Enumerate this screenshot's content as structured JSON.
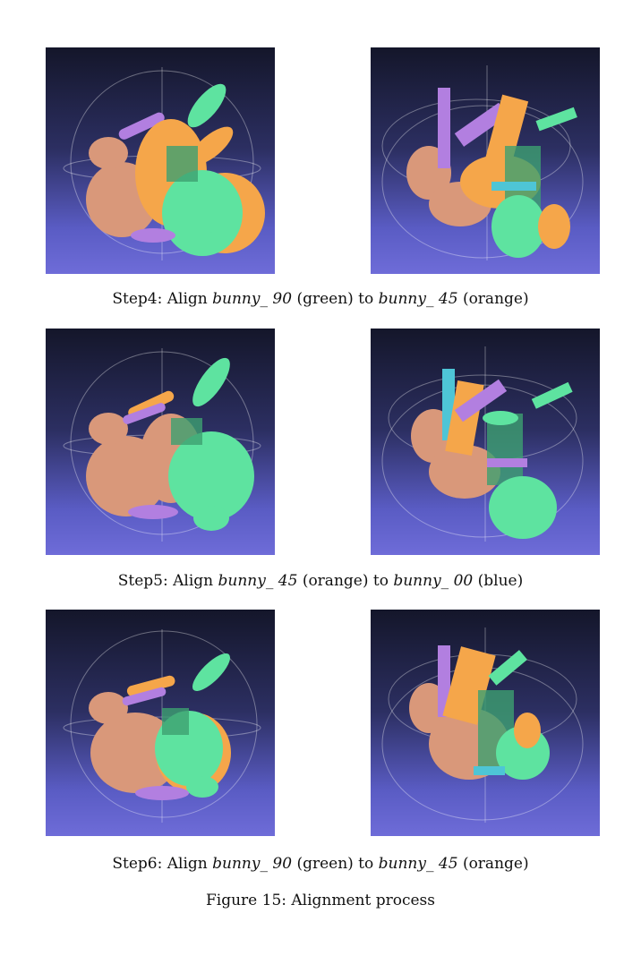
{
  "rows": [
    {
      "caption": {
        "prefix": "Step4: Align ",
        "src": "bunny_ 90",
        "src_color": "(green)",
        "mid": " to ",
        "dst": "bunny_ 45",
        "dst_color": "(orange)"
      },
      "left": {
        "moving": "green",
        "target": "orange"
      },
      "right": {
        "moving": "green",
        "target": "orange"
      }
    },
    {
      "caption": {
        "prefix": "Step5: Align ",
        "src": "bunny_ 45",
        "src_color": "(orange)",
        "mid": " to ",
        "dst": "bunny_ 00",
        "dst_color": "(blue)"
      },
      "left": {
        "moving": "orange",
        "target": "blue"
      },
      "right": {
        "moving": "orange",
        "target": "blue"
      }
    },
    {
      "caption": {
        "prefix": "Step6: Align ",
        "src": "bunny_ 90",
        "src_color": "(green)",
        "mid": " to ",
        "dst": "bunny_ 45",
        "dst_color": "(orange)"
      },
      "left": {
        "moving": "green",
        "target": "orange"
      },
      "right": {
        "moving": "green",
        "target": "orange"
      }
    }
  ],
  "figure_caption": "Figure 15: Alignment process",
  "colors": {
    "green": "#5ee3a0",
    "orange": "#f5a64a",
    "blue": "#4ec5d6",
    "purple": "#b27fe0",
    "salmon": "#d9987a"
  }
}
